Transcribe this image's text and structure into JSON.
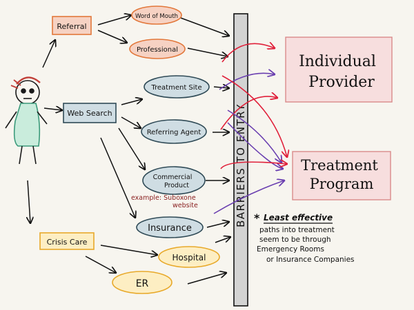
{
  "nodes": {
    "referral": "Referral",
    "word_of_mouth": "Word of Mouth",
    "professional": "Professional",
    "web_search": "Web Search",
    "treatment_site": "Treatment Site",
    "referring_agent": "Referring Agent",
    "commercial_product": [
      "Commercial",
      "Product"
    ],
    "insurance": "Insurance",
    "crisis_care": "Crisis Care",
    "hospital": "Hospital",
    "er": "ER",
    "individual_provider": [
      "Individual",
      "Provider"
    ],
    "treatment_program": [
      "Treatment",
      "Program"
    ]
  },
  "barrier": {
    "label": "BARRIERS TO ENTRY"
  },
  "example": [
    "example:  Suboxone",
    "website"
  ],
  "note": {
    "star": "*",
    "emphasis": "Least effective",
    "lines": [
      "paths into treatment",
      "seem to be through",
      "Emergency Rooms",
      "or Insurance Companies"
    ]
  },
  "colors": {
    "orange_fill": "#f6d2c3",
    "orange_stroke": "#e2773a",
    "slate_fill": "#cfdde3",
    "slate_stroke": "#2f4a56",
    "yellow_fill": "#fdeec3",
    "yellow_stroke": "#e8a92a",
    "pink_fill": "#f7dede",
    "pink_stroke": "#d98a8a",
    "barrier_fill": "#d3d3d3",
    "red_arrow": "#e0203a",
    "purple_arrow": "#6a3fb0",
    "example_text": "#8a2020",
    "figure_green": "#c9ecdc"
  },
  "icons": {
    "figure": "stick-figure-person-icon"
  }
}
